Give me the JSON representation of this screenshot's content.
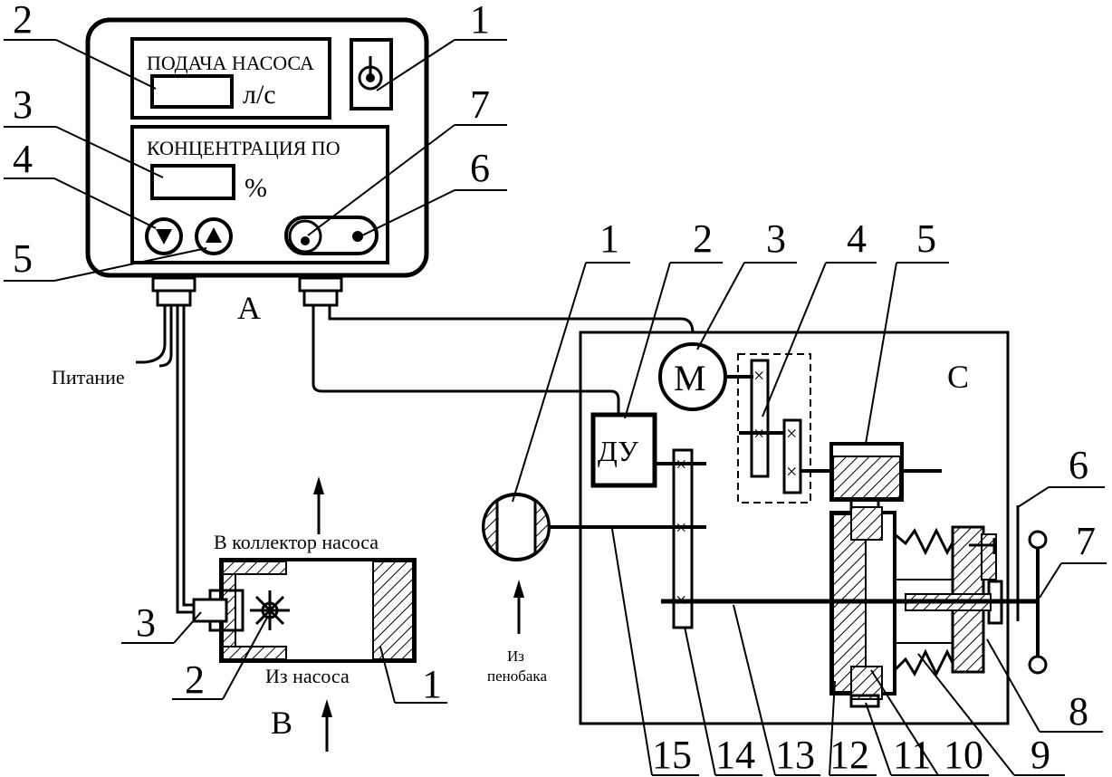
{
  "panel_a": {
    "letter": "A",
    "pump_feed_label": "ПОДАЧА НАСОСА",
    "pump_feed_unit": "л/с",
    "concentration_label": "КОНЦЕНТРАЦИЯ ПО",
    "concentration_unit": "%",
    "power_label": "Питание",
    "callouts": [
      "1",
      "2",
      "3",
      "4",
      "5",
      "6",
      "7"
    ]
  },
  "unit_b": {
    "letter": "B",
    "to_collector_label": "В коллектор насоса",
    "from_pump_label": "Из насоса",
    "callouts": [
      "1",
      "2",
      "3"
    ]
  },
  "unit_c": {
    "letter": "C",
    "motor_label": "М",
    "remote_control_label": "ДУ",
    "from_foam_tank_label_line1": "Из",
    "from_foam_tank_label_line2": "пенобака",
    "gear_mark": "×",
    "top_callouts": [
      "1",
      "2",
      "3",
      "4",
      "5"
    ],
    "right_callouts": [
      "6",
      "7",
      "8",
      "9"
    ],
    "bottom_callouts": [
      "10",
      "11",
      "12",
      "13",
      "14",
      "15"
    ]
  }
}
